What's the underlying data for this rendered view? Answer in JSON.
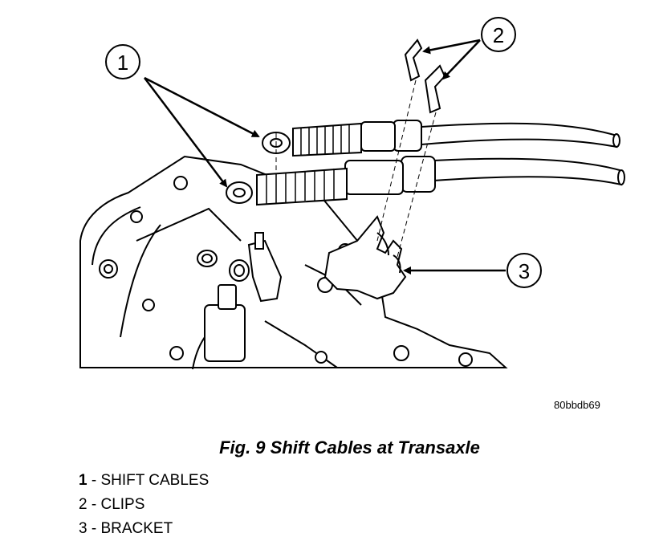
{
  "callouts": [
    "1",
    "2",
    "3"
  ],
  "figure_code": "80bbdb69",
  "caption": "Fig. 9 Shift Cables at Transaxle",
  "legend": [
    {
      "num": "1",
      "sep": " - ",
      "label": "SHIFT CABLES"
    },
    {
      "num": "2",
      "sep": " - ",
      "label": "CLIPS"
    },
    {
      "num": "3",
      "sep": " - ",
      "label": "BRACKET"
    }
  ]
}
